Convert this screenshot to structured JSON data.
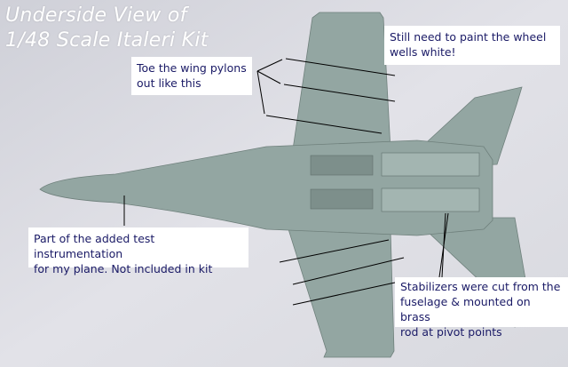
{
  "title": {
    "line1": "Underside View of",
    "line2": "1/48 Scale Italeri Kit"
  },
  "notes": {
    "wheel_wells": {
      "line1": "Still need to paint the wheel",
      "line2": "wells white!"
    },
    "pylons": {
      "line1": "Toe the wing pylons",
      "line2": "out like this"
    },
    "instrumentation": {
      "line1": "Part of the added test instrumentation",
      "line2": "for my plane. Not included in kit"
    },
    "stabilizers": {
      "line1": "Stabilizers were cut from the",
      "line2": "fuselage & mounted on brass",
      "line3": "rod at pivot points"
    }
  },
  "colors": {
    "background": "#dcdde3",
    "aircraft": "#8fa39f",
    "note_text": "#1a1a66"
  }
}
